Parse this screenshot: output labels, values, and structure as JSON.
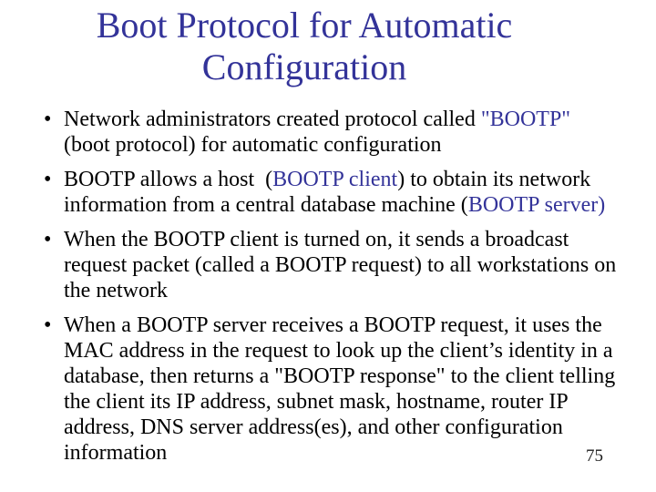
{
  "slide": {
    "title": {
      "lines": [
        "Boot Protocol for Automatic",
        "Configuration"
      ]
    },
    "bullet_char": "•",
    "bullets": [
      {
        "lines": [
          [
            {
              "t": "Network administrators created protocol called ",
              "accent": false
            },
            {
              "t": "\"BOOTP\"",
              "accent": true
            }
          ],
          [
            {
              "t": "(boot protocol) for automatic configuration",
              "accent": false
            }
          ]
        ]
      },
      {
        "lines": [
          [
            {
              "t": "BOOTP allows a host  (",
              "accent": false
            },
            {
              "t": "BOOTP client",
              "accent": true
            },
            {
              "t": ") to obtain its network",
              "accent": false
            }
          ],
          [
            {
              "t": "information from a central database machine (",
              "accent": false
            },
            {
              "t": "BOOTP server)",
              "accent": true
            }
          ]
        ]
      },
      {
        "lines": [
          [
            {
              "t": "When the BOOTP client is turned on, it sends a broadcast",
              "accent": false
            }
          ],
          [
            {
              "t": "request packet (called a BOOTP request) to all workstations on",
              "accent": false
            }
          ],
          [
            {
              "t": "the network",
              "accent": false
            }
          ]
        ]
      },
      {
        "lines": [
          [
            {
              "t": "When a BOOTP server receives a BOOTP request, it uses the",
              "accent": false
            }
          ],
          [
            {
              "t": "MAC address in the request to look up the client’s identity in a",
              "accent": false
            }
          ],
          [
            {
              "t": "database, then returns a \"BOOTP response\" to the client telling",
              "accent": false
            }
          ],
          [
            {
              "t": "the client its IP address, subnet mask, hostname, router IP",
              "accent": false
            }
          ],
          [
            {
              "t": "address, DNS server address(es), and other configuration",
              "accent": false
            }
          ],
          [
            {
              "t": "information",
              "accent": false
            }
          ]
        ]
      }
    ],
    "page_number": "75",
    "colors": {
      "title": "#333399",
      "accent": "#333399",
      "body": "#000000",
      "background": "#ffffff"
    }
  }
}
